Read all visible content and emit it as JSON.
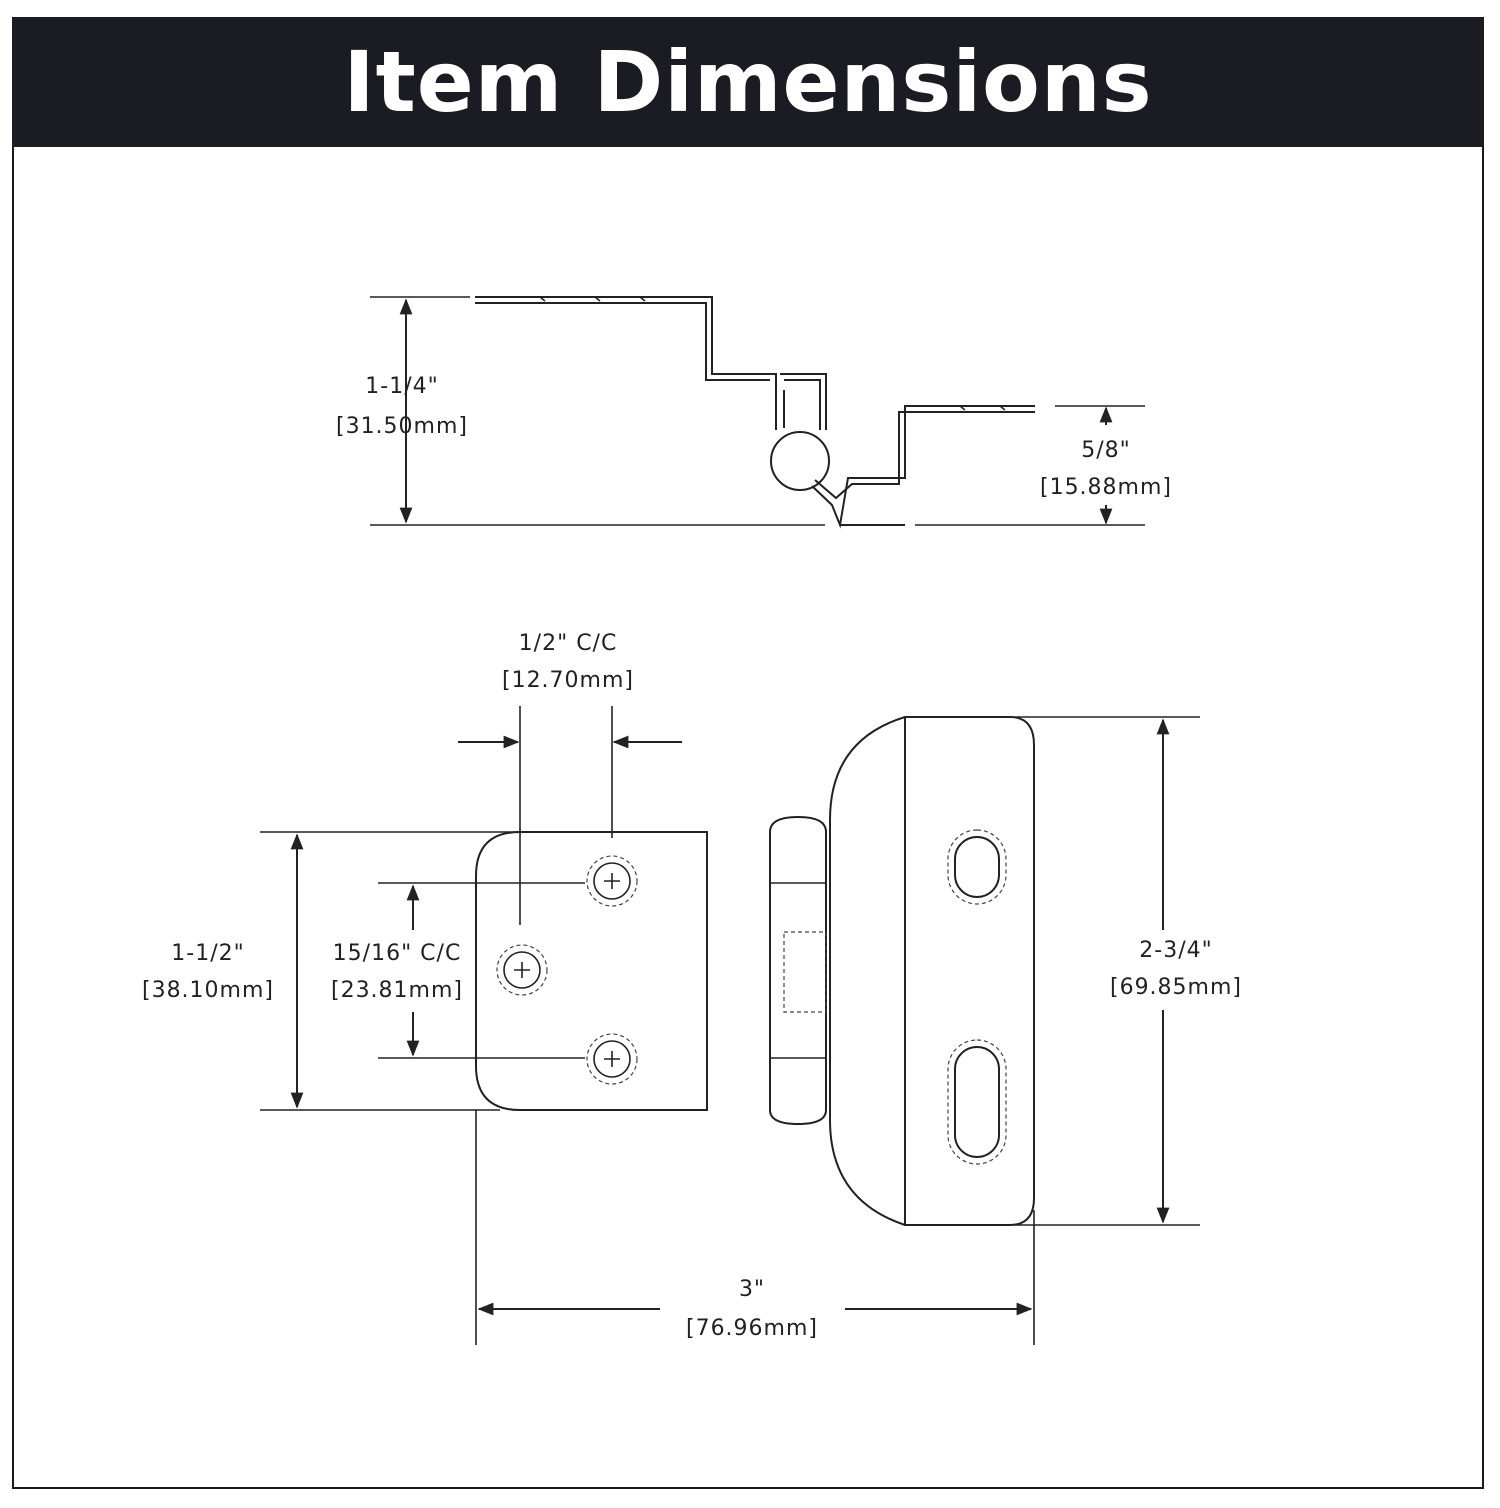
{
  "header": {
    "title": "Item Dimensions"
  },
  "side_view": {
    "overall_height": {
      "inch": "1-1/4\"",
      "mm": "[31.50mm]"
    },
    "step_height": {
      "inch": "5/8\"",
      "mm": "[15.88mm]"
    }
  },
  "front_view": {
    "hole_offset": {
      "inch": "1/2\" C/C",
      "mm": "[12.70mm]"
    },
    "leaf_height": {
      "inch": "1-1/2\"",
      "mm": "[38.10mm]"
    },
    "hole_spacing": {
      "inch": "15/16\" C/C",
      "mm": "[23.81mm]"
    },
    "overall_height": {
      "inch": "2-3/4\"",
      "mm": "[69.85mm]"
    },
    "overall_width": {
      "inch": "3\"",
      "mm": "[76.96mm]"
    }
  }
}
